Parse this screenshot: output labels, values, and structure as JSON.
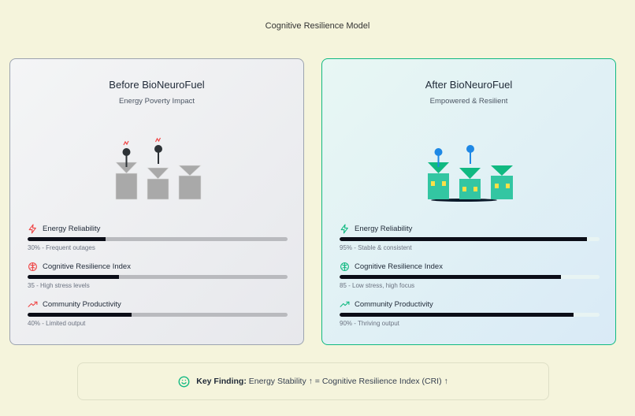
{
  "title": "Cognitive Resilience Model",
  "before": {
    "title": "Before BioNeuroFuel",
    "subtitle": "Energy Poverty Impact",
    "accent": "#ef4444",
    "metrics": [
      {
        "label": "Energy Reliability",
        "icon": "lightning-icon",
        "value": 30,
        "caption": "30% - Frequent outages"
      },
      {
        "label": "Cognitive Resilience Index",
        "icon": "brain-icon",
        "value": 35,
        "caption": "35 - High stress levels"
      },
      {
        "label": "Community Productivity",
        "icon": "trending-up-icon",
        "value": 40,
        "caption": "40% - Limited output"
      }
    ]
  },
  "after": {
    "title": "After BioNeuroFuel",
    "subtitle": "Empowered & Resilient",
    "accent": "#10b981",
    "metrics": [
      {
        "label": "Energy Reliability",
        "icon": "lightning-icon",
        "value": 95,
        "caption": "95% - Stable & consistent"
      },
      {
        "label": "Cognitive Resilience Index",
        "icon": "brain-icon",
        "value": 85,
        "caption": "85 - Low stress, high focus"
      },
      {
        "label": "Community Productivity",
        "icon": "trending-up-icon",
        "value": 90,
        "caption": "90% - Thriving output"
      }
    ]
  },
  "finding": {
    "label": "Key Finding:",
    "text": "Energy Stability ↑ = Cognitive Resilience Index (CRI) ↑",
    "icon": "smile-icon"
  }
}
